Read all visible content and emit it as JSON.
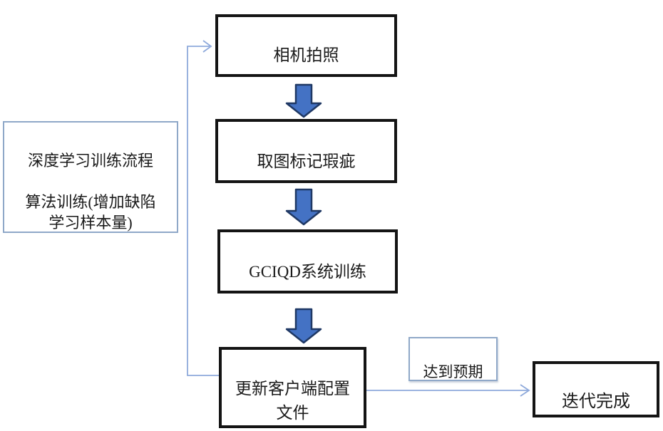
{
  "colors": {
    "arrow-fill": "#4472C4",
    "arrow-stroke": "#1F3864",
    "connector": "#8EA9DB",
    "thin-border": "#8FA8C8",
    "thick-border": "#141414"
  },
  "flowchart": {
    "note_box": {
      "label": "深度学习训练流程\n\n算法训练(增加缺陷\n学习样本量)"
    },
    "steps": {
      "camera": "相机拍照",
      "mark": "取图标记瑕疵",
      "train": "GCIQD系统训练",
      "update": "更新客户端配置\n文件",
      "done": "迭代完成"
    },
    "condition_label": "达到预期",
    "icons": {
      "step_arrow": "thick-down-arrow",
      "connector_head": "open-chevron"
    }
  }
}
